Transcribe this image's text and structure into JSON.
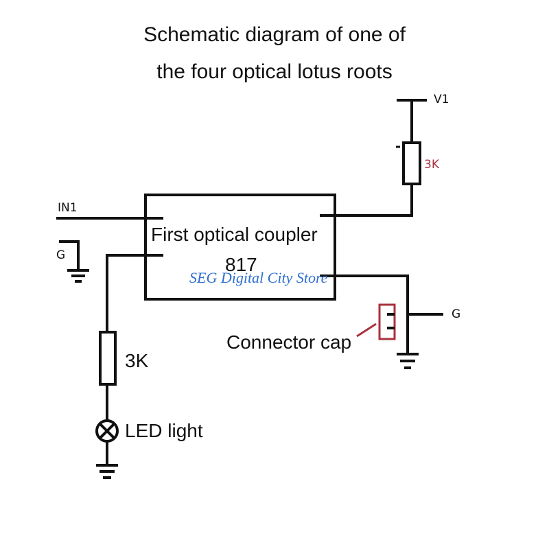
{
  "title": {
    "line1": "Schematic diagram of one of",
    "line2": "the four optical lotus roots"
  },
  "labels": {
    "v1": "V1",
    "resistor_top": "3K",
    "in1": "IN1",
    "ground_left": "G",
    "coupler_name": "First optical coupler",
    "coupler_model": "817",
    "ground_right": "G",
    "connector_cap": "Connector cap",
    "resistor_bottom": "3K",
    "led": "LED light"
  },
  "watermark": "SEG Digital City Store",
  "colors": {
    "line": "#111111",
    "accent_red": "#a8323c",
    "watermark": "#2f6fd0"
  }
}
